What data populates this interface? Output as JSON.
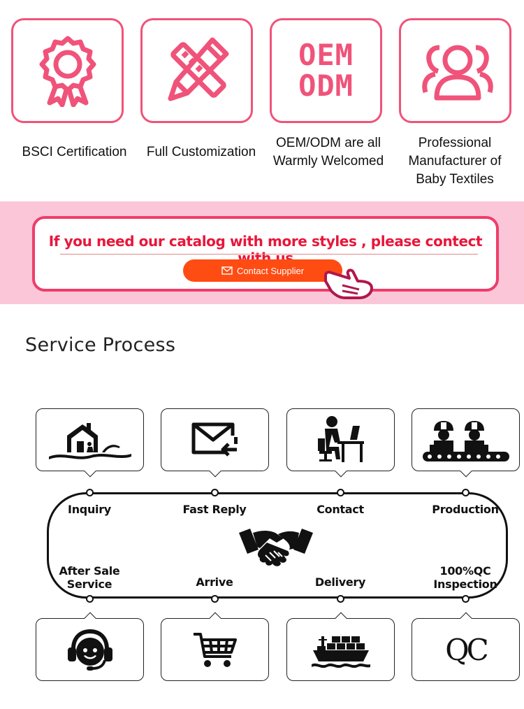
{
  "features": [
    {
      "icon": "award-badge-icon",
      "label": "BSCI Certification"
    },
    {
      "icon": "ruler-pencil-icon",
      "label": "Full Customization"
    },
    {
      "icon": "oem-odm-text-icon",
      "icon_text": [
        "OEM",
        "ODM"
      ],
      "label_lines": [
        "OEM/ODM are all",
        "Warmly Welcomed"
      ]
    },
    {
      "icon": "users-icon",
      "label_lines": [
        "Professional",
        "Manufacturer of",
        "Baby Textiles"
      ]
    }
  ],
  "banner": {
    "text": "If you need our catalog with more styles , please contect with us",
    "button_label": "Contact Supplier"
  },
  "service": {
    "title": "Service Process",
    "steps_top": [
      {
        "icon": "house-icon",
        "label": "Inquiry"
      },
      {
        "icon": "mail-reply-icon",
        "label": "Fast Reply"
      },
      {
        "icon": "person-at-desk-icon",
        "label": "Contact"
      },
      {
        "icon": "factory-workers-icon",
        "label": "Production"
      }
    ],
    "center_icon": "handshake-icon",
    "steps_bottom": [
      {
        "icon": "customer-service-icon",
        "label_lines": [
          "After Sale",
          "Service"
        ]
      },
      {
        "icon": "shopping-cart-icon",
        "label_lines": [
          "Arrive"
        ]
      },
      {
        "icon": "cargo-ship-icon",
        "label_lines": [
          "Delivery"
        ]
      },
      {
        "icon": "qc-icon",
        "icon_text": "QC",
        "label_lines": [
          "100%QC",
          "Inspection"
        ]
      }
    ]
  },
  "colors": {
    "brand_pink": "#f0537a",
    "banner_bg": "#fbc7d8",
    "banner_text": "#e8163b",
    "button": "#ff4c13"
  }
}
